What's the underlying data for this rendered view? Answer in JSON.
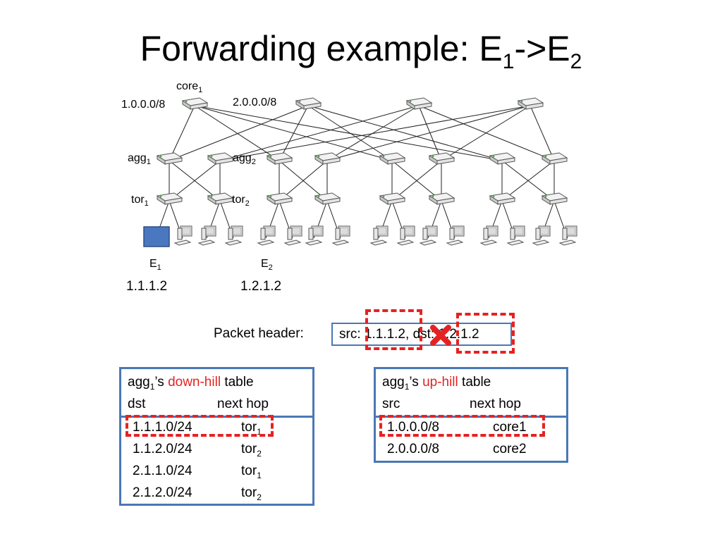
{
  "title": {
    "main": "Forwarding example: E",
    "sub1": "1",
    "arrow": "->E",
    "sub2": "2"
  },
  "labels": {
    "core1": {
      "text": "core",
      "sub": "1"
    },
    "core1_prefix": "1.0.0.0/8",
    "core2_prefix": "2.0.0.0/8",
    "agg1": {
      "text": "agg",
      "sub": "1"
    },
    "agg2": {
      "text": "agg",
      "sub": "2"
    },
    "tor1": {
      "text": "tor",
      "sub": "1"
    },
    "tor2": {
      "text": "tor",
      "sub": "2"
    },
    "e1": {
      "text": "E",
      "sub": "1"
    },
    "e2": {
      "text": "E",
      "sub": "2"
    },
    "e1_ip": "1.1.1.2",
    "e2_ip": "1.2.1.2"
  },
  "packet": {
    "label": "Packet header:",
    "src_label": "src:",
    "src": "1.1.1.2,",
    "dst_label": "dst:",
    "dst": "1.2.1.2"
  },
  "down_table": {
    "title_pre": "agg",
    "title_sub": "1",
    "title_mid": "’s ",
    "title_highlight": "down-hill",
    "title_post": " table",
    "col1": "dst",
    "col2": "next hop",
    "rows": [
      {
        "prefix": "1.1.1.0/24",
        "hop": "tor",
        "hop_sub": "1"
      },
      {
        "prefix": "1.1.2.0/24",
        "hop": "tor",
        "hop_sub": "2"
      },
      {
        "prefix": "2.1.1.0/24",
        "hop": "tor",
        "hop_sub": "1"
      },
      {
        "prefix": "2.1.2.0/24",
        "hop": "tor",
        "hop_sub": "2"
      }
    ]
  },
  "up_table": {
    "title_pre": "agg",
    "title_sub": "1",
    "title_mid": "’s ",
    "title_highlight": "up-hill",
    "title_post": " table",
    "col1": "src",
    "col2": "next hop",
    "rows": [
      {
        "prefix": "1.0.0.0/8",
        "hop": "core1"
      },
      {
        "prefix": "2.0.0.0/8",
        "hop": "core2"
      }
    ]
  },
  "colors": {
    "accent_blue": "#4a78b5",
    "highlight_red": "#e52222",
    "host_fill": "#4a78c0"
  },
  "icons": {
    "switch": "network-switch-icon",
    "host": "desktop-computer-icon",
    "selected_host": "blue-square-host",
    "drop": "red-x-icon"
  }
}
